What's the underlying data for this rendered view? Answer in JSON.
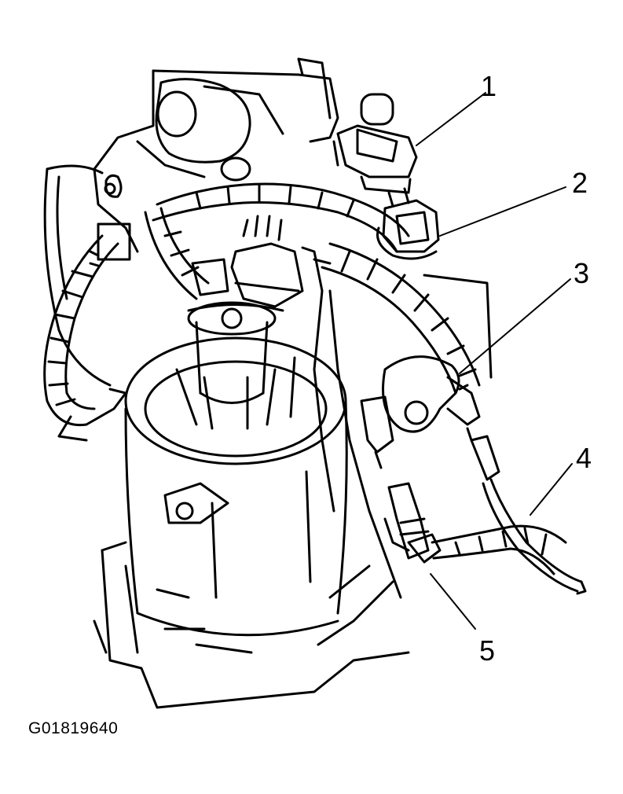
{
  "callouts": {
    "c1": "1",
    "c2": "2",
    "c3": "3",
    "c4": "4",
    "c5": "5"
  },
  "figure_id": "G01819640",
  "colors": {
    "ink": "#000000",
    "paper": "#ffffff"
  }
}
